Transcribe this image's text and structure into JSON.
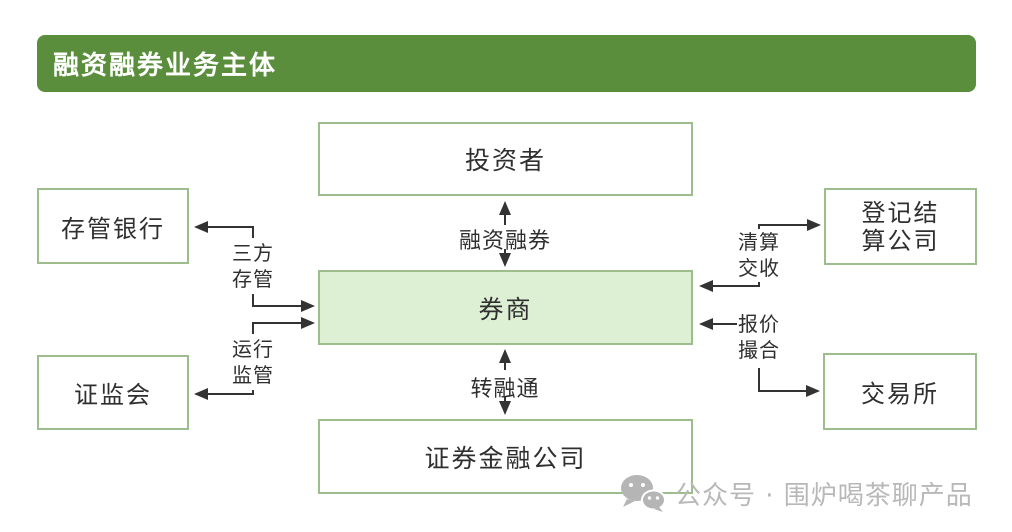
{
  "header": {
    "title": "融资融券业务主体"
  },
  "nodes": {
    "investor": {
      "label": "投资者"
    },
    "broker": {
      "label": "券商"
    },
    "securities_finance": {
      "label": "证券金融公司"
    },
    "custodian_bank": {
      "label": "存管银行"
    },
    "csrc": {
      "label": "证监会"
    },
    "registration": {
      "label": "登记结算公司",
      "line1": "登记结",
      "line2": "算公司"
    },
    "exchange": {
      "label": "交易所"
    }
  },
  "edges": {
    "margin_trading": {
      "label": "融资融券",
      "from": "投资者",
      "to": "券商",
      "direction": "bidirectional"
    },
    "refinancing": {
      "label": "转融通",
      "from": "券商",
      "to": "证券金融公司",
      "direction": "bidirectional"
    },
    "third_party_custody": {
      "label": "三方存管",
      "line1": "三方",
      "line2": "存管",
      "from": "存管银行",
      "to": "券商",
      "direction": "bidirectional"
    },
    "operation_regulation": {
      "label": "运行监管",
      "line1": "运行",
      "line2": "监管",
      "from": "证监会",
      "to": "券商",
      "direction": "bidirectional"
    },
    "clearing_settlement": {
      "label": "清算交收",
      "line1": "清算",
      "line2": "交收",
      "from": "券商",
      "to": "登记结算公司",
      "direction": "bidirectional"
    },
    "quote_matching": {
      "label": "报价撮合",
      "line1": "报价",
      "line2": "撮合",
      "from": "券商",
      "to": "交易所",
      "direction": "bidirectional"
    }
  },
  "watermark": {
    "icon": "wechat-icon",
    "text": "公众号 · 围炉喝茶聊产品"
  },
  "colors": {
    "header_bg": "#5a8e3c",
    "header_text": "#ffffff",
    "box_border": "#9dbd8d",
    "broker_fill": "#def0d4",
    "arrow": "#333333",
    "text": "#2f2f2f",
    "watermark": "#b8b8b8",
    "background": "#ffffff"
  }
}
